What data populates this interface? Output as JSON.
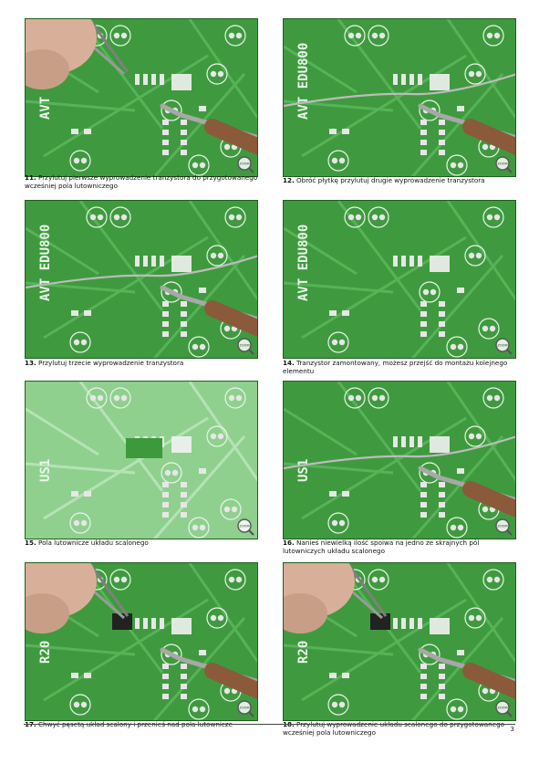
{
  "steps": [
    {
      "num": "11.",
      "text": "Przylutuj pierwsze wyprowadzenie tranzystora do przygotowanego wcześniej pola lutowniczego",
      "board_text": "AVT EDU800",
      "zoom_label": "ZOOM",
      "photo": {
        "tweezers": true,
        "iron": true,
        "wire": false,
        "chip": false,
        "light": false
      }
    },
    {
      "num": "12.",
      "text": "Obróć płytkę przylutuj drugie wyprowadzenie tranzystora",
      "board_text": "AVT EDU800",
      "zoom_label": "ZOOM",
      "photo": {
        "tweezers": false,
        "iron": true,
        "wire": true,
        "chip": false,
        "light": false
      }
    },
    {
      "num": "13.",
      "text": "Przylutuj trzecie wyprowadzenie tranzystora",
      "board_text": "AVT EDU800",
      "zoom_label": "ZOOM",
      "photo": {
        "tweezers": false,
        "iron": true,
        "wire": true,
        "chip": false,
        "light": false
      }
    },
    {
      "num": "14.",
      "text": "Tranzystor zamontowany, możesz przejść do montażu kolejnego elementu",
      "board_text": "AVT EDU800",
      "zoom_label": "ZOOM",
      "photo": {
        "tweezers": false,
        "iron": false,
        "wire": false,
        "chip": false,
        "light": false
      }
    },
    {
      "num": "15.",
      "text": "Pola lutownicze układu scalonego",
      "board_text": "US1",
      "zoom_label": "ZOOM",
      "photo": {
        "tweezers": false,
        "iron": false,
        "wire": false,
        "chip": false,
        "light": true
      }
    },
    {
      "num": "16.",
      "text": "Nanieś niewielką ilość spoiwa na jedno ze skrajnych pól lutowniczych układu scalonego",
      "board_text": "US1",
      "zoom_label": "ZOOM",
      "photo": {
        "tweezers": false,
        "iron": true,
        "wire": true,
        "chip": false,
        "light": false
      }
    },
    {
      "num": "17.",
      "text": "Chwyć pęsetą układ scalony i przenieś nad pola lutownicze",
      "board_text": "R20",
      "zoom_label": "ZOOM",
      "photo": {
        "tweezers": true,
        "iron": true,
        "wire": false,
        "chip": true,
        "light": false
      }
    },
    {
      "num": "18.",
      "text": "Przylutuj wyprowadzenie układu scalonego do przygotowanego wcześniej pola lutowniczego",
      "board_text": "R20",
      "zoom_label": "ZOOM",
      "photo": {
        "tweezers": true,
        "iron": true,
        "wire": false,
        "chip": true,
        "light": false
      }
    }
  ],
  "page_number": "3",
  "colors": {
    "pcb": "#3f9a3f",
    "pcb_dark": "#2e7d32",
    "pad": "#e7e7e7",
    "trace": "#56b356",
    "iron": "#8a5a3a",
    "skin": "#d8b09a",
    "light_pcb": "#8fd08f"
  }
}
